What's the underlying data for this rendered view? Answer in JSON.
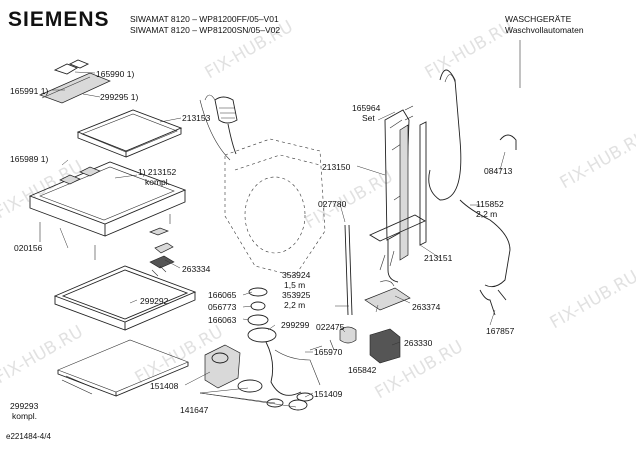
{
  "header": {
    "brand": "SIEMENS",
    "model_line_1": "SIWAMAT 8120 – WP81200FF/05–V01",
    "model_line_2": "SIWAMAT 8120 – WP81200SN/05–V02",
    "category_line_1": "WASCHGERÄTE",
    "category_line_2": "Waschvollautomaten"
  },
  "watermark": "FIX-HUB.RU",
  "labels": {
    "p165990": "165990 1)",
    "p165991": "165991 1)",
    "p299295": "299295 1)",
    "p213153": "213153",
    "p165989": "165989 1)",
    "p213152": "1) 213152",
    "kompl1": "kompl.",
    "p020156": "020156",
    "p263334": "263334",
    "p166065": "166065",
    "p056773": "056773",
    "p166063": "166063",
    "p299292": "299292",
    "p299299": "299299",
    "p151408": "151408",
    "p141647": "141647",
    "p151409": "151409",
    "p165970": "165970",
    "p299293": "299293",
    "kompl2": "kompl.",
    "p165964": "165964",
    "set": "Set",
    "p213150": "213150",
    "p027780": "027780",
    "p353924": "353924",
    "len15": "1,5 m",
    "p353925": "353925",
    "len22a": "2,2 m",
    "p022475": "022475",
    "p165842": "165842",
    "p263330": "263330",
    "p263374": "263374",
    "p213151": "213151",
    "p167857": "167857",
    "p084713": "084713",
    "p115852": "115852",
    "len22b": "2,2 m"
  },
  "footer": "e221484-4/4"
}
